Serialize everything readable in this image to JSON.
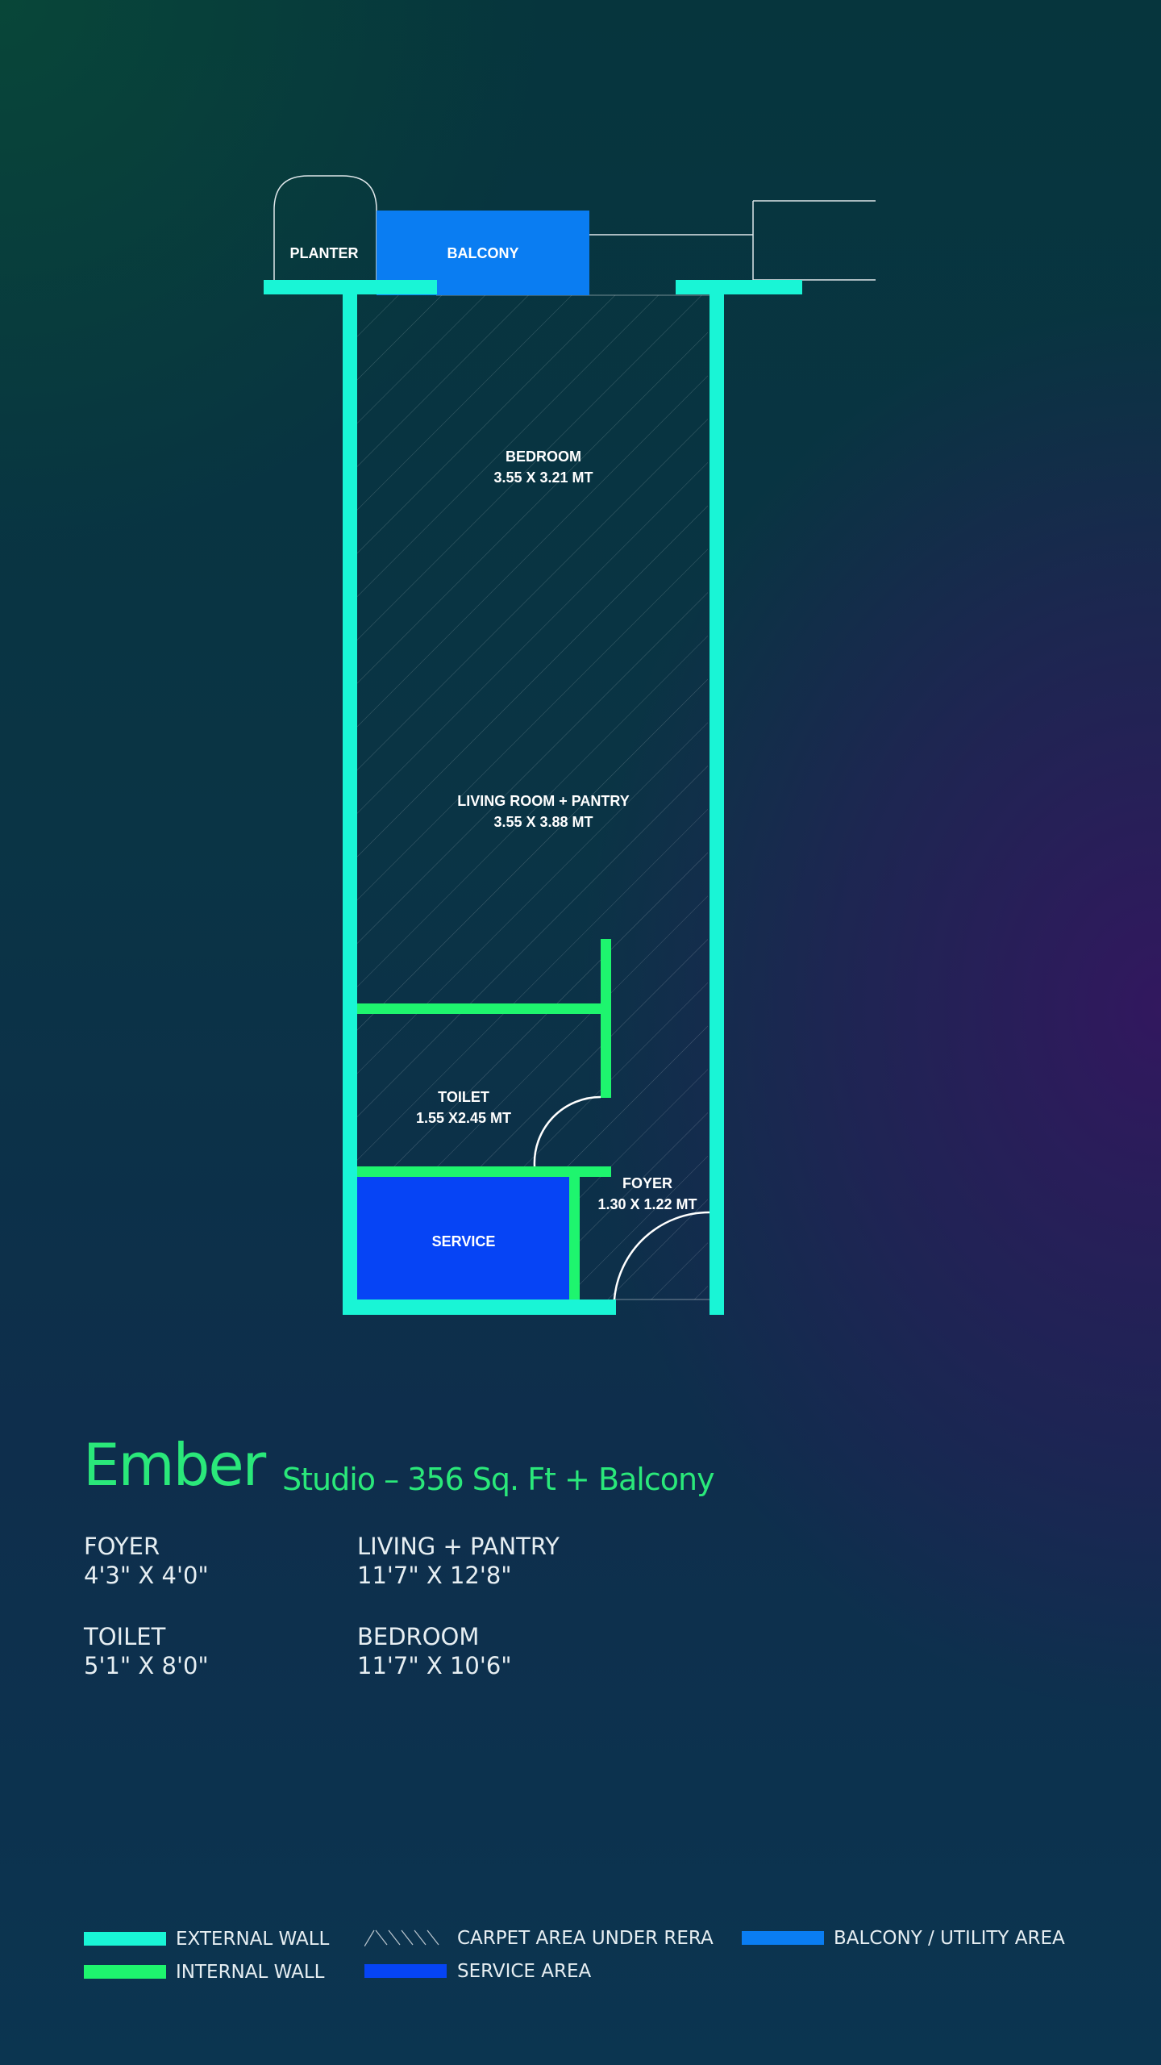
{
  "plan": {
    "rooms": [
      {
        "name": "PLANTER",
        "dims": ""
      },
      {
        "name": "BALCONY",
        "dims": ""
      },
      {
        "name": "BEDROOM",
        "dims": "3.55 X 3.21 MT"
      },
      {
        "name": "LIVING ROOM + PANTRY",
        "dims": "3.55 X 3.88 MT"
      },
      {
        "name": "TOILET",
        "dims": "1.55 X2.45 MT"
      },
      {
        "name": "FOYER",
        "dims": "1.30 X 1.22 MT"
      },
      {
        "name": "SERVICE",
        "dims": ""
      }
    ],
    "colors": {
      "external_wall": "#19f5d6",
      "internal_wall": "#1ef56e",
      "balcony": "#0a7df2",
      "service": "#0644f5",
      "outline": "#ffffff"
    }
  },
  "unit": {
    "name": "Ember",
    "subtitle": "Studio – 356 Sq. Ft + Balcony"
  },
  "specs": [
    {
      "name": "FOYER",
      "dims": "4'3\" X 4'0\""
    },
    {
      "name": "LIVING + PANTRY",
      "dims": "11'7\" X 12'8\""
    },
    {
      "name": "TOILET",
      "dims": "5'1\" X 8'0\""
    },
    {
      "name": "BEDROOM",
      "dims": "11'7\" X 10'6\""
    }
  ],
  "legend": [
    {
      "label": "EXTERNAL WALL",
      "swatch": "external-wall",
      "color": "#19f5d6"
    },
    {
      "label": "INTERNAL WALL",
      "swatch": "internal-wall",
      "color": "#1ef56e"
    },
    {
      "label": "CARPET AREA UNDER RERA",
      "swatch": "hatch",
      "color": "#ffffff"
    },
    {
      "label": "SERVICE AREA",
      "swatch": "service-area",
      "color": "#0644f5"
    },
    {
      "label": "BALCONY / UTILITY AREA",
      "swatch": "balcony",
      "color": "#0a7df2"
    }
  ]
}
